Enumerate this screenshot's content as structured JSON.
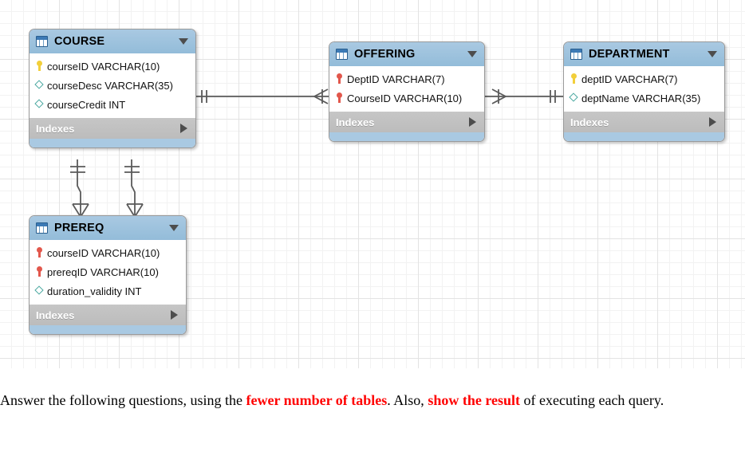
{
  "diagram": {
    "type": "er-diagram",
    "notation": "crow-foot",
    "entities": [
      {
        "id": "course",
        "name": "COURSE",
        "icon": "table-icon",
        "columns": [
          {
            "key": "pk",
            "icon": "yellow-key-icon",
            "label": "courseID VARCHAR(10)"
          },
          {
            "key": "plain",
            "icon": "teal-diamond-icon",
            "label": "courseDesc VARCHAR(35)"
          },
          {
            "key": "plain",
            "icon": "teal-diamond-icon",
            "label": "courseCredit INT"
          }
        ],
        "indexes_label": "Indexes"
      },
      {
        "id": "offering",
        "name": "OFFERING",
        "icon": "table-icon",
        "columns": [
          {
            "key": "fk",
            "icon": "red-key-icon",
            "label": "DeptID VARCHAR(7)"
          },
          {
            "key": "fk",
            "icon": "red-key-icon",
            "label": "CourseID VARCHAR(10)"
          }
        ],
        "indexes_label": "Indexes"
      },
      {
        "id": "department",
        "name": "DEPARTMENT",
        "icon": "table-icon",
        "columns": [
          {
            "key": "pk",
            "icon": "yellow-key-icon",
            "label": "deptID VARCHAR(7)"
          },
          {
            "key": "plain",
            "icon": "teal-diamond-icon",
            "label": "deptName VARCHAR(35)"
          }
        ],
        "indexes_label": "Indexes"
      },
      {
        "id": "prereq",
        "name": "PREREQ",
        "icon": "table-icon",
        "columns": [
          {
            "key": "fk",
            "icon": "red-key-icon",
            "label": "courseID VARCHAR(10)"
          },
          {
            "key": "fk",
            "icon": "red-key-icon",
            "label": "prereqID VARCHAR(10)"
          },
          {
            "key": "plain",
            "icon": "teal-diamond-icon",
            "label": "duration_validity INT"
          }
        ],
        "indexes_label": "Indexes"
      }
    ],
    "relationships": [
      {
        "from": "COURSE",
        "to": "OFFERING",
        "from_cardinality": "one-and-only-one",
        "to_cardinality": "many"
      },
      {
        "from": "OFFERING",
        "to": "DEPARTMENT",
        "from_cardinality": "many",
        "to_cardinality": "one-and-only-one"
      },
      {
        "from": "COURSE",
        "to": "PREREQ",
        "from_cardinality": "one-and-only-one",
        "to_cardinality": "many"
      },
      {
        "from": "COURSE",
        "to": "PREREQ",
        "from_cardinality": "one-and-only-one",
        "to_cardinality": "many"
      }
    ],
    "colors": {
      "header": "#a9c9e2",
      "indexes_bar": "#bcbcbc",
      "pk_icon": "#f2cf3b",
      "fk_icon": "#e2574c",
      "column_icon": "#4aa8a0",
      "grid_line": "#e3e3e3"
    }
  },
  "caption": {
    "part1": "Answer the following questions, using the ",
    "highlight1": "fewer number of tables",
    "part2": ". Also, ",
    "highlight2": "show the result",
    "part3": " of executing each query."
  }
}
